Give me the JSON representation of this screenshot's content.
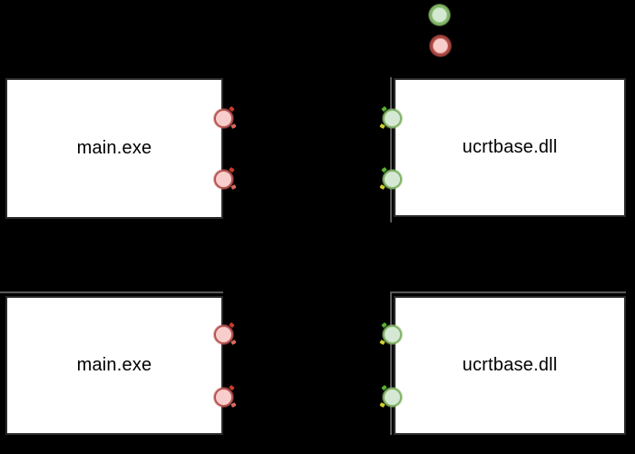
{
  "diagram": {
    "background": "#000000",
    "rows": [
      {
        "left": {
          "label": "main.exe",
          "ports": {
            "side": "right",
            "count": 2,
            "color": "red"
          }
        },
        "right": {
          "label": "ucrtbase.dll",
          "ports": {
            "side": "left",
            "count": 2,
            "color": "green"
          }
        }
      },
      {
        "left": {
          "label": "main.exe",
          "ports": {
            "side": "right",
            "count": 2,
            "color": "red"
          }
        },
        "right": {
          "label": "ucrtbase.dll",
          "ports": {
            "side": "left",
            "count": 2,
            "color": "green"
          }
        }
      }
    ],
    "legend": {
      "markers": [
        {
          "name": "green-circle-marker",
          "fill": "#d5e8d4",
          "stroke": "#82b366"
        },
        {
          "name": "red-circle-marker",
          "fill": "#f8cecc",
          "stroke": "#b85450"
        }
      ]
    },
    "colors": {
      "node_fill": "#ffffff",
      "node_text": "#000000",
      "stray_line": "#5a5a5a",
      "red_fill": "#f8cecc",
      "red_stroke": "#b85450",
      "green_fill": "#d5e8d4",
      "green_stroke": "#82b366"
    }
  }
}
